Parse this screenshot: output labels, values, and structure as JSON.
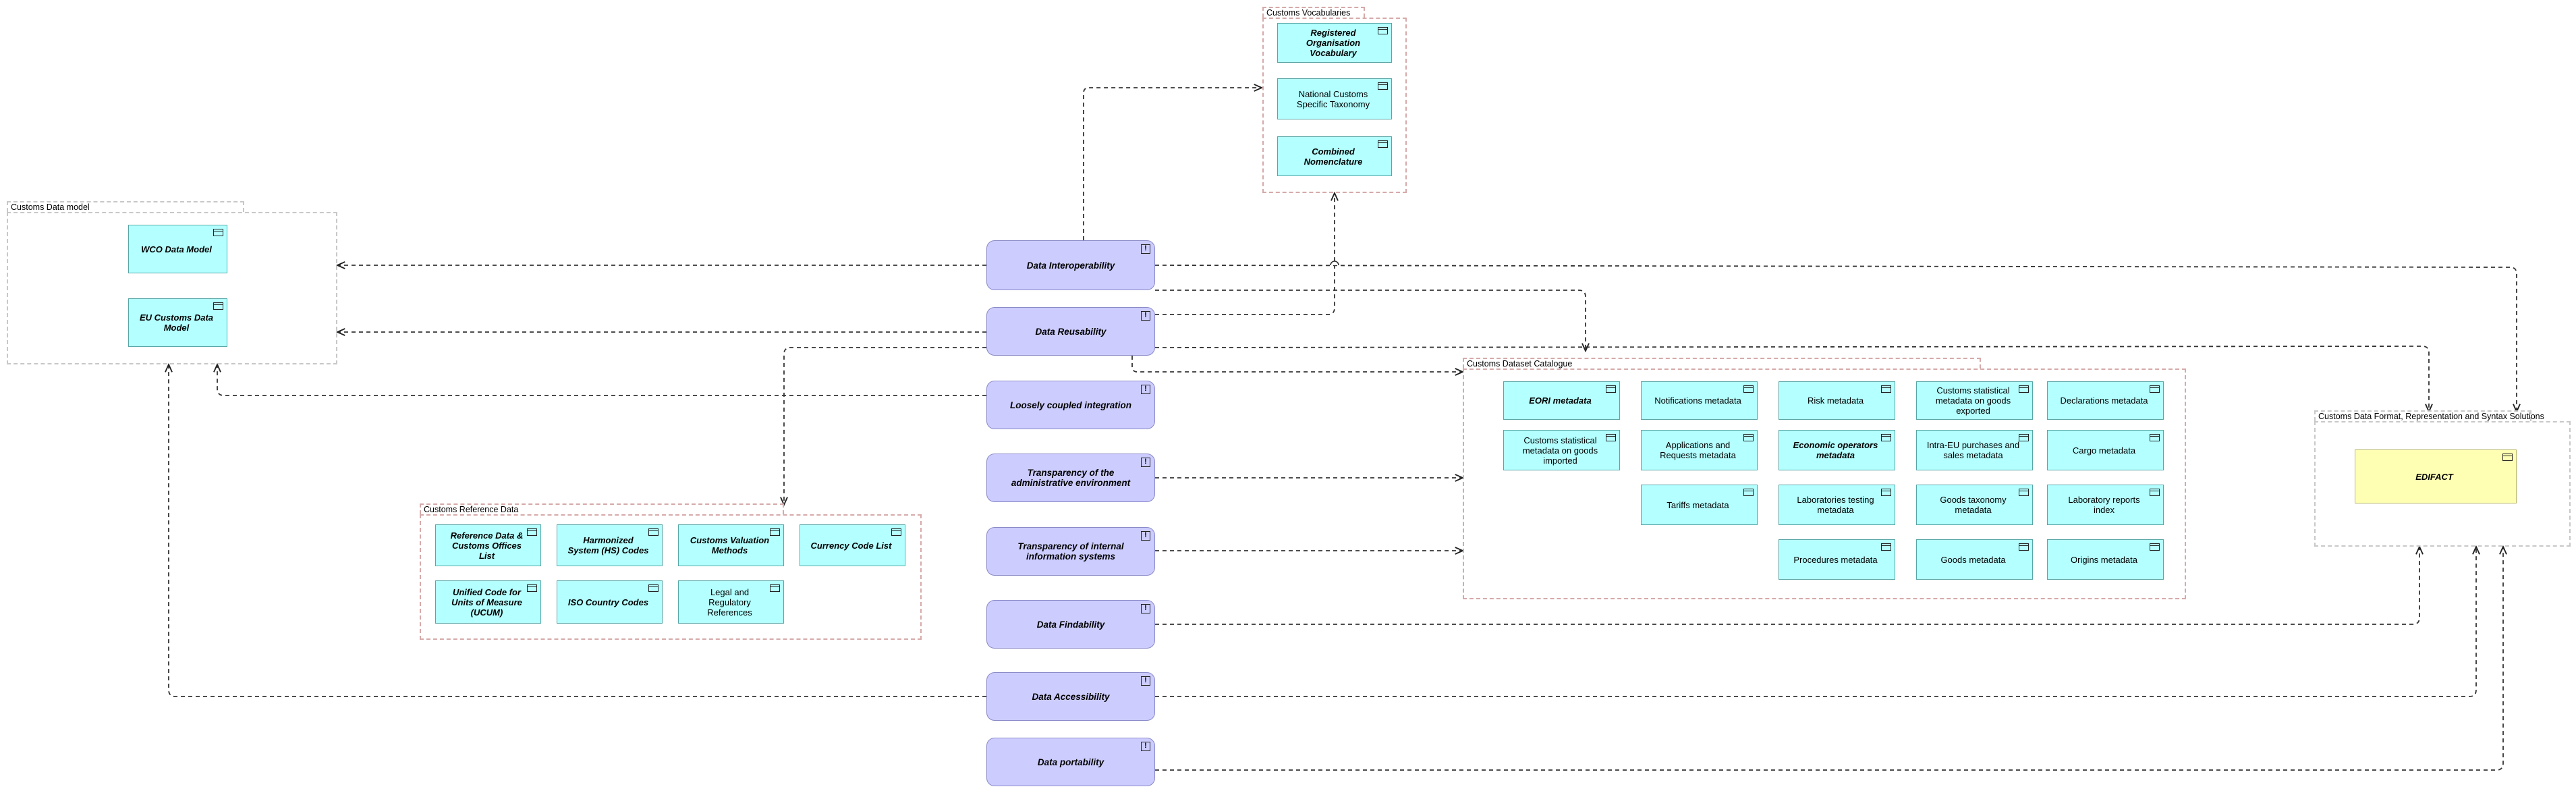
{
  "groups": {
    "vocab": "Customs Vocabularies",
    "model": "Customs Data model",
    "refdata": "Customs Reference Data",
    "catalogue": "Customs Dataset Catalogue",
    "format": "Customs Data Format, Representation and Syntax Solutions"
  },
  "vocabularies": [
    "Registered Organisation Vocabulary",
    "National Customs Specific Taxonomy",
    "Combined Nomenclature"
  ],
  "data_model": [
    "WCO Data Model",
    "EU Customs Data Model"
  ],
  "principles": [
    "Data Interoperability",
    "Data Reusability",
    "Loosely coupled integration",
    "Transparency of the administrative environment",
    "Transparency of internal information systems",
    "Data Findability",
    "Data Accessibility",
    "Data portability"
  ],
  "principle_icon": "!",
  "reference_data": [
    "Reference Data & Customs Offices List",
    "Harmonized System (HS) Codes",
    "Customs Valuation Methods",
    "Currency Code List",
    "Unified Code for Units of Measure (UCUM)",
    "ISO Country Codes",
    "Legal and Regulatory References"
  ],
  "catalogue": [
    "EORI metadata",
    "Notifications metadata",
    "Risk metadata",
    "Customs statistical metadata on goods exported",
    "Declarations metadata",
    "Customs statistical metadata on goods imported",
    "Applications and Requests metadata",
    "Economic operators metadata",
    "Intra-EU purchases and sales metadata",
    "Cargo metadata",
    "Tariffs metadata",
    "Laboratories testing metadata",
    "Goods taxonomy metadata",
    "Laboratory reports index",
    "Procedures metadata",
    "Goods metadata",
    "Origins metadata"
  ],
  "format": [
    "EDIFACT"
  ],
  "colors": {
    "object_fill": "#b4ffff",
    "principle_fill": "#ccccff",
    "edifact_fill": "#ffffb4",
    "group_border": "#d6a9a9"
  },
  "icons": {
    "object": "data-object-icon",
    "principle": "principle-icon"
  }
}
